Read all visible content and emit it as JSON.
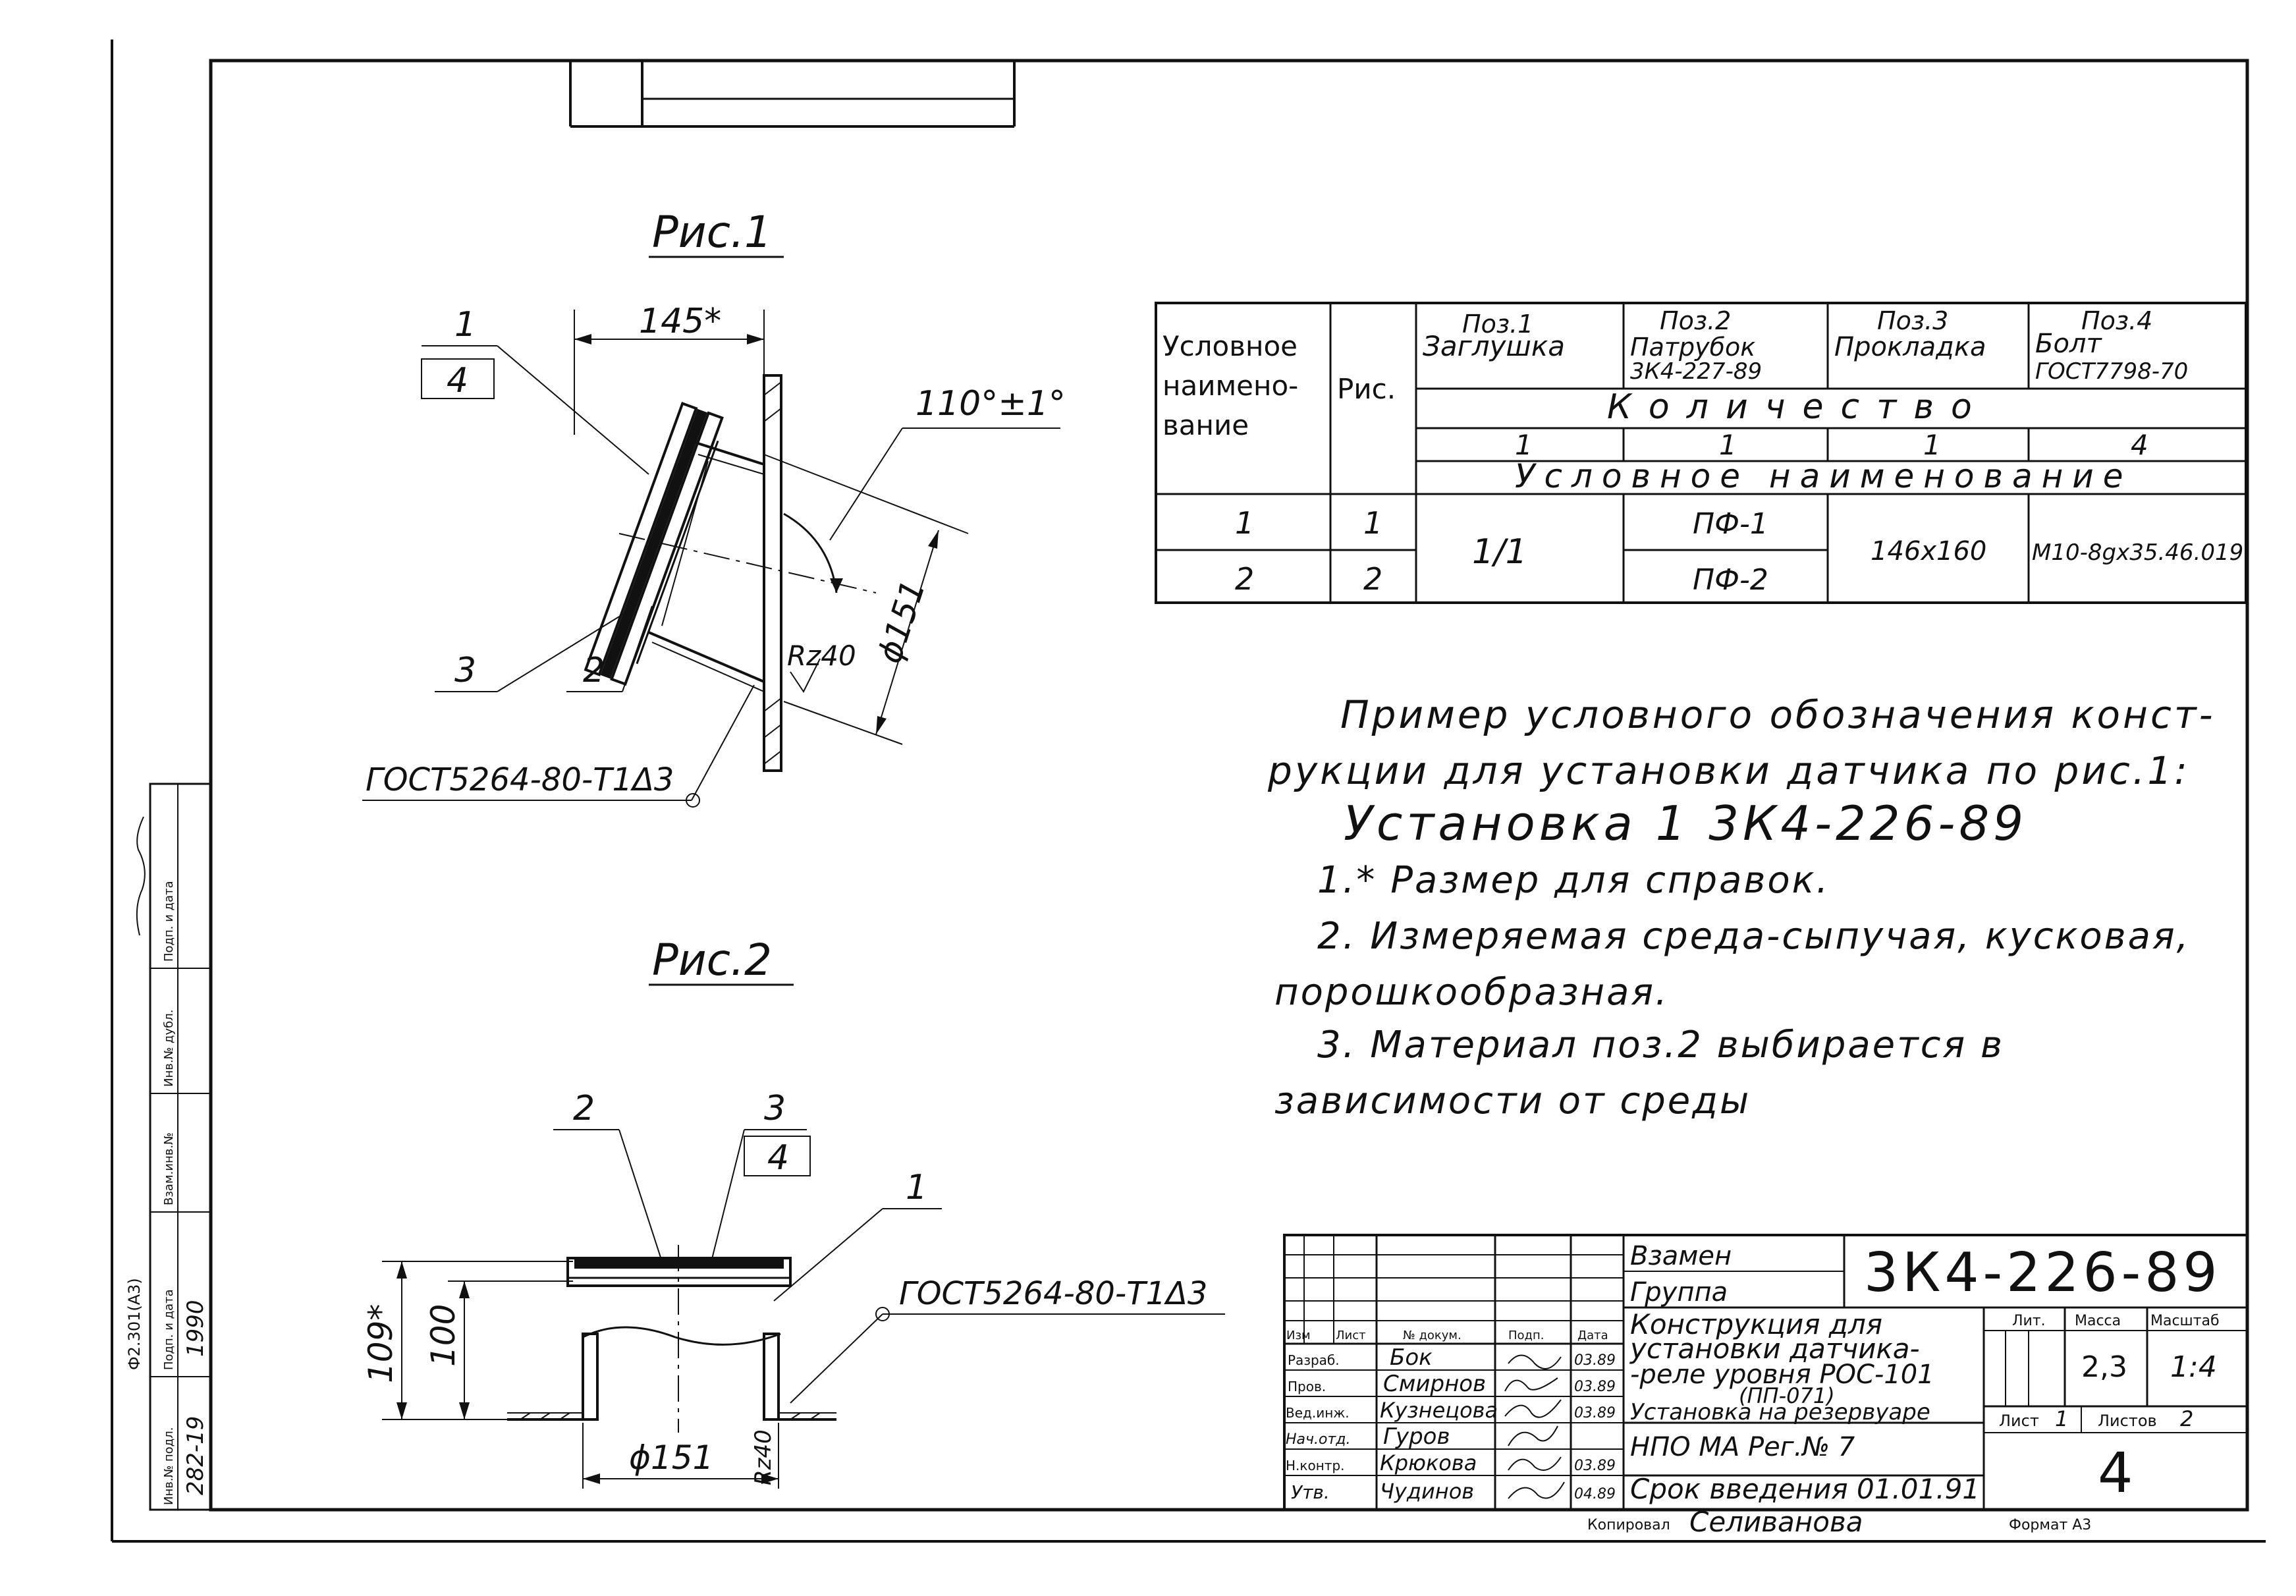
{
  "fig1": {
    "title": "Рис.1",
    "dim_top": "145*",
    "angle": "110°±1°",
    "diameter": "ϕ151",
    "roughness": "Rz40",
    "weld": "ГОСТ5264-80-Т1Δ3",
    "pos_1": "1",
    "pos_4": "4",
    "pos_3": "3",
    "pos_2": "2"
  },
  "fig2": {
    "title": "Рис.2",
    "pos_2": "2",
    "pos_3": "3",
    "pos_4": "4",
    "pos_1": "1",
    "weld": "ГОСТ5264-80-Т1Δ3",
    "dim_109": "109*",
    "dim_100": "100",
    "diameter": "ϕ151",
    "roughness": "Rz40"
  },
  "spec_table": {
    "h_name": [
      "Условное",
      "наимено-",
      "вание"
    ],
    "h_ris": "Рис.",
    "cols": [
      {
        "pos": "Поз.1",
        "name": [
          "Заглушка"
        ]
      },
      {
        "pos": "Поз.2",
        "name": [
          "Патрубок",
          "3К4-227-89"
        ]
      },
      {
        "pos": "Поз.3",
        "name": [
          "Прокладка"
        ]
      },
      {
        "pos": "Поз.4",
        "name": [
          "Болт",
          "ГОСТ7798-70"
        ]
      }
    ],
    "qty_label": "Количество",
    "qty": [
      "1",
      "1",
      "1",
      "4"
    ],
    "cond_label": "Условное наименование",
    "rows": [
      {
        "name": "1",
        "ris": "1",
        "p2": "ПФ-1"
      },
      {
        "name": "2",
        "ris": "2",
        "p2": "ПФ-2"
      }
    ],
    "p1": "1/1",
    "p3": "146х160",
    "p4": "М10-8gх35.46.019"
  },
  "notes": {
    "line1": "Пример условного обозначения конст-",
    "line2": "рукции для установки датчика по рис.1:",
    "designation": "Установка 1 3К4-226-89",
    "n1": "1.* Размер для справок.",
    "n2a": "2. Измеряемая среда-сыпучая, кусковая,",
    "n2b": "порошкообразная.",
    "n3a": "3. Материал поз.2 выбирается в",
    "n3b": "зависимости от среды"
  },
  "title_block": {
    "vzamen": "Взамен",
    "gruppa": "Группа",
    "code": "3К4-226-89",
    "desc": [
      "Конструкция для",
      "установки датчика-",
      "-реле уровня РОС-101",
      "(ПП-071)"
    ],
    "install": "Установка на резервуаре",
    "org": "НПО МА Рег.№ 7",
    "term": "Срок введения 01.01.91",
    "h_izm": "Изм",
    "h_list": "Лист",
    "h_doc": "№ докум.",
    "h_podp": "Подп.",
    "h_date": "Дата",
    "h_lit": "Лит.",
    "h_mass": "Масса",
    "h_scale": "Масштаб",
    "mass": "2,3",
    "scale": "1:4",
    "sheet_label": "Лист",
    "sheet_no": "1",
    "sheets_label": "Листов",
    "sheets_no": "2",
    "sheet_big": "4",
    "roles": [
      {
        "role": "Разраб.",
        "name": "Бок",
        "date": "03.89"
      },
      {
        "role": "Пров.",
        "name": "Смирнов",
        "date": "03.89"
      },
      {
        "role": "Вед.инж.",
        "name": "Кузнецова",
        "date": "03.89"
      },
      {
        "role": "Нач.отд.",
        "name": "Гуров",
        "date": ""
      },
      {
        "role": "Н.контр.",
        "name": "Крюкова",
        "date": "03.89"
      },
      {
        "role": "Утв.",
        "name": "Чудинов",
        "date": "04.89"
      }
    ],
    "copied_label": "Копировал",
    "copied_name": "Селиванова",
    "format": "Формат А3"
  },
  "side_stamp": {
    "form": "Ф2.301(А3)",
    "cols": [
      "Инв.№ подл.",
      "Подп. и дата",
      "Взам.инв.№",
      "Инв.№ дубл.",
      "Подп. и дата"
    ],
    "inv": "282-19",
    "sign_date": "1990"
  }
}
